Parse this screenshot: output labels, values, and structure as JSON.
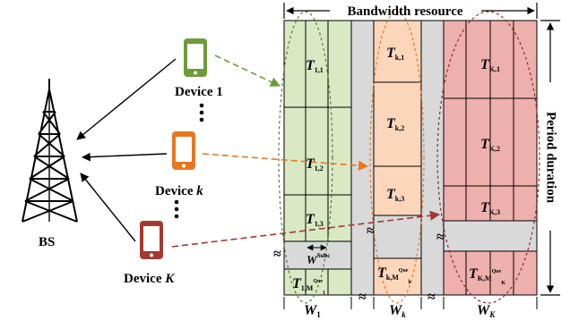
{
  "bs": {
    "label": "BS"
  },
  "devices": [
    {
      "name": "Device 1",
      "color": "#6e9b3a"
    },
    {
      "name": "Device k",
      "color": "#e87722"
    },
    {
      "name": "Device K",
      "color": "#a33a32"
    }
  ],
  "axis": {
    "bandwidth_label": "Bandwidth resource",
    "period_label": "Period duration"
  },
  "blocks": {
    "group1": {
      "fill": "#d8e9c4",
      "cells": [
        {
          "main": "T",
          "sub": "1,1"
        },
        {
          "main": "T",
          "sub": "1,2"
        },
        {
          "main": "T",
          "sub": "1,3"
        },
        {
          "main": "T",
          "sub": "1,M",
          "sup": "Que",
          "sub2": "1"
        }
      ],
      "width_label": {
        "main": "W",
        "sub": "1"
      },
      "subc_label": {
        "main": "W",
        "sup": "Subc"
      }
    },
    "groupk": {
      "fill": "#fbd6bb",
      "cells": [
        {
          "main": "T",
          "sub": "k,1"
        },
        {
          "main": "T",
          "sub": "k,2"
        },
        {
          "main": "T",
          "sub": "k,3"
        },
        {
          "main": "T",
          "sub": "k,M",
          "sup": "Que",
          "sub2": "k"
        }
      ],
      "width_label": {
        "main": "W",
        "sub": "k"
      }
    },
    "groupK": {
      "fill": "#eeb0ad",
      "cells": [
        {
          "main": "T",
          "sub": "K,1"
        },
        {
          "main": "T",
          "sub": "K,2"
        },
        {
          "main": "T",
          "sub": "K,3"
        },
        {
          "main": "T",
          "sub": "K,M",
          "sup": "Que",
          "sub2": "K"
        }
      ],
      "width_label": {
        "main": "W",
        "sub": "K"
      }
    },
    "gap_fill": "#d9d9d9"
  },
  "ellipsis": "•••",
  "break_mark": "≈"
}
